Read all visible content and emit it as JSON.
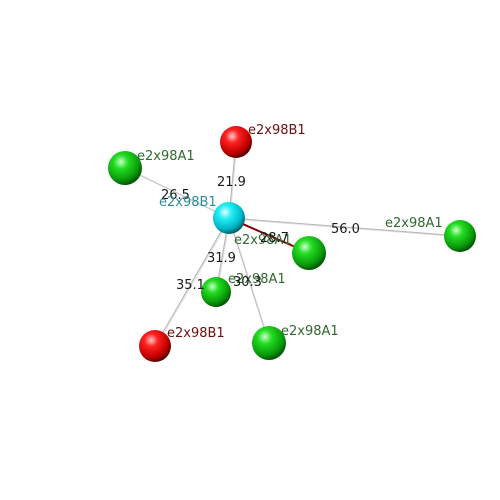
{
  "center": {
    "label": "e2x98B1",
    "color": "#00e5f0",
    "label_color": "#2f8f9a"
  },
  "nodes": [
    {
      "id": "n1",
      "label": "e2x98B1",
      "color": "red",
      "distance": "21.9"
    },
    {
      "id": "n2",
      "label": "e2x98A1",
      "color": "green",
      "distance": "26.5"
    },
    {
      "id": "n3",
      "label": "e2x98A1",
      "color": "green",
      "distance": "56.0"
    },
    {
      "id": "n4",
      "label": "e2x98A1",
      "color": "green",
      "distance": "28.7"
    },
    {
      "id": "n5",
      "label": "e2x98A1",
      "color": "green",
      "distance": "31.9"
    },
    {
      "id": "n6",
      "label": "e2x98B1",
      "color": "red",
      "distance": "35.1"
    },
    {
      "id": "n7",
      "label": "e2x98A1",
      "color": "green",
      "distance": "30.3"
    }
  ],
  "colors": {
    "red_label": "#6a1010",
    "green_label": "#2f6a2f",
    "bond": "#b8b8b8",
    "highlight_bond": "#8b0000"
  }
}
